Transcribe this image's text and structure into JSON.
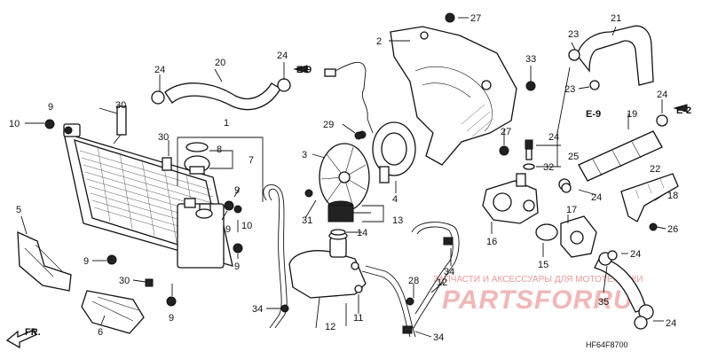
{
  "diagram": {
    "code": "HF64F8700",
    "front_label": "FR.",
    "watermark": {
      "line1": "ЗАПЧАСТИ И АКСЕССУАРЫ ДЛЯ МОТОТЕХНИКИ",
      "line2": "PARTSFORRU"
    },
    "refs": [
      "E-9",
      "E-9",
      "E-2"
    ],
    "callouts": [
      "1",
      "2",
      "3",
      "4",
      "5",
      "6",
      "7",
      "8",
      "9",
      "9",
      "9",
      "9",
      "9",
      "9",
      "10",
      "10",
      "11",
      "12",
      "12",
      "13",
      "14",
      "15",
      "16",
      "17",
      "18",
      "19",
      "20",
      "21",
      "22",
      "23",
      "23",
      "24",
      "24",
      "24",
      "24",
      "24",
      "24",
      "24",
      "25",
      "26",
      "27",
      "27",
      "28",
      "29",
      "30",
      "30",
      "30",
      "31",
      "32",
      "33",
      "34",
      "34",
      "34",
      "35"
    ]
  }
}
